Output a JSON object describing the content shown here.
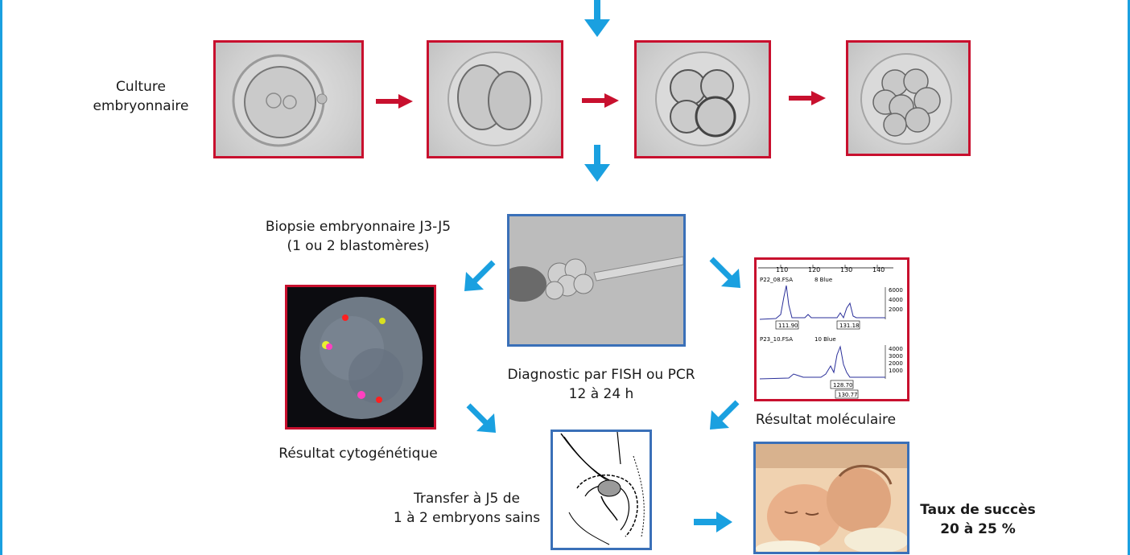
{
  "labels": {
    "culture": [
      "Culture",
      "embryonnaire"
    ],
    "biopsie": [
      "Biopsie embryonnaire J3-J5",
      "(1 ou 2 blastomères)"
    ],
    "diagnostic": [
      "Diagnostic par FISH ou PCR",
      "12 à 24 h"
    ],
    "cytogenetique": "Résultat cytogénétique",
    "moleculaire": "Résultat moléculaire",
    "transfer": [
      "Transfer à J5 de",
      "1 à 2 embryons sains"
    ],
    "succes": [
      "Taux de succès",
      "20 à 25 %"
    ]
  },
  "chart_labels": {
    "ticks": [
      "110",
      "120",
      "130",
      "140"
    ],
    "trace1_name": "P22_08.FSA",
    "trace1_dye": "8 Blue",
    "trace1_y": [
      "6000",
      "4000",
      "2000"
    ],
    "trace1_peaks": [
      "111.90",
      "131.18"
    ],
    "trace2_name": "P23_10.FSA",
    "trace2_dye": "10 Blue",
    "trace2_y": [
      "4000",
      "3000",
      "2000",
      "1000"
    ],
    "trace2_peaks": [
      "128.70",
      "130.77"
    ]
  },
  "colors": {
    "frame": "#1aa0e0",
    "red_arrow": "#c8102e",
    "blue_arrow": "#1aa0e0",
    "red_border": "#c8102e",
    "blue_border": "#3a70b8",
    "trace": "#2a2f9a"
  }
}
